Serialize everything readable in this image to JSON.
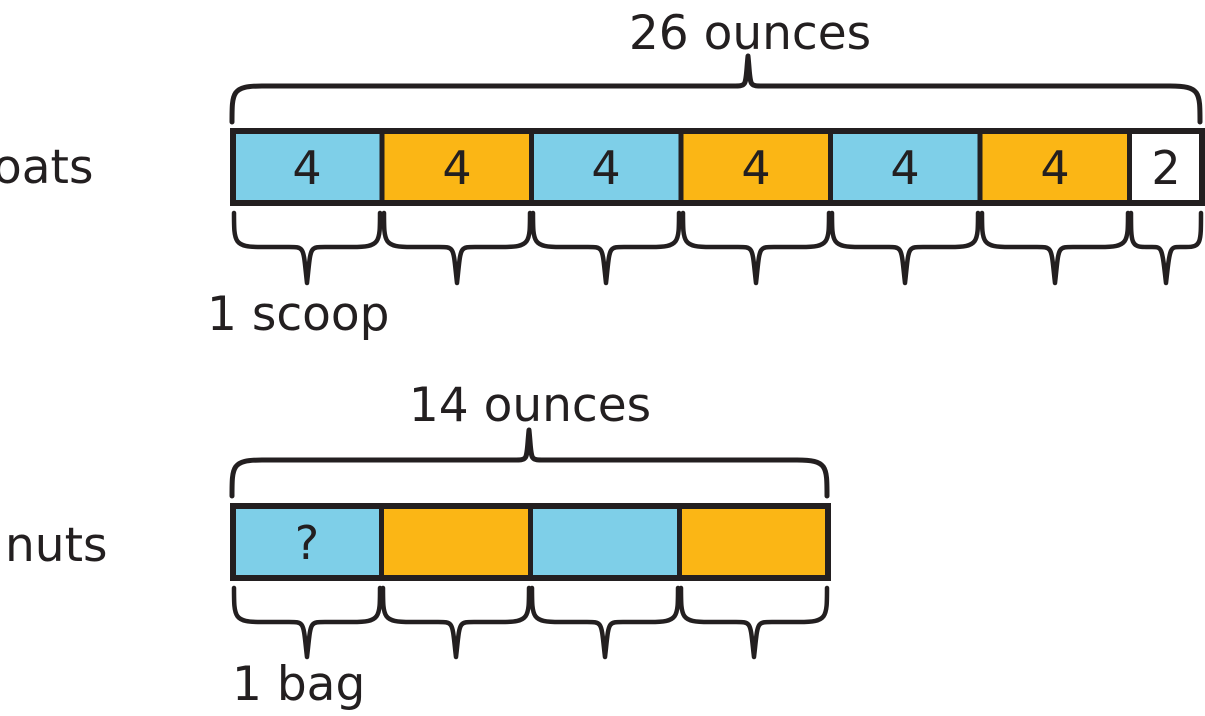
{
  "diagram": {
    "type": "tape-diagram",
    "title_visible": false,
    "colors": {
      "blue": "#7ECFE8",
      "orange": "#FBB615",
      "white": "#FFFFFF",
      "ink": "#231F20"
    },
    "rows": [
      {
        "label": "oats",
        "total_label": "26 ounces",
        "total_value": 26,
        "unit": "ounces",
        "unit_caption": "1 scoop",
        "cells": [
          {
            "value": "4",
            "fill": "blue",
            "width_units": 1
          },
          {
            "value": "4",
            "fill": "orange",
            "width_units": 1
          },
          {
            "value": "4",
            "fill": "blue",
            "width_units": 1
          },
          {
            "value": "4",
            "fill": "orange",
            "width_units": 1
          },
          {
            "value": "4",
            "fill": "blue",
            "width_units": 1
          },
          {
            "value": "4",
            "fill": "orange",
            "width_units": 1
          },
          {
            "value": "2",
            "fill": "white",
            "width_units": 0.5
          }
        ]
      },
      {
        "label": "nuts",
        "total_label": "14 ounces",
        "total_value": 14,
        "unit": "ounces",
        "unit_caption": "1 bag",
        "cells": [
          {
            "value": "?",
            "fill": "blue",
            "width_units": 1
          },
          {
            "value": "",
            "fill": "orange",
            "width_units": 1
          },
          {
            "value": "",
            "fill": "blue",
            "width_units": 1
          },
          {
            "value": "",
            "fill": "orange",
            "width_units": 1
          }
        ]
      }
    ]
  },
  "chart_data": {
    "type": "bar",
    "title": "",
    "categories": [
      "oats",
      "nuts"
    ],
    "series": [
      {
        "name": "oats",
        "segments": [
          4,
          4,
          4,
          4,
          4,
          4,
          2
        ],
        "total": 26,
        "unit": "ounces",
        "per_unit_label": "1 scoop"
      },
      {
        "name": "nuts",
        "segments": [
          "?",
          "?",
          "?",
          "?"
        ],
        "total": 14,
        "unit": "ounces",
        "per_unit_label": "1 bag"
      }
    ],
    "xlabel": "",
    "ylabel": "",
    "grid": false,
    "legend": "none"
  }
}
